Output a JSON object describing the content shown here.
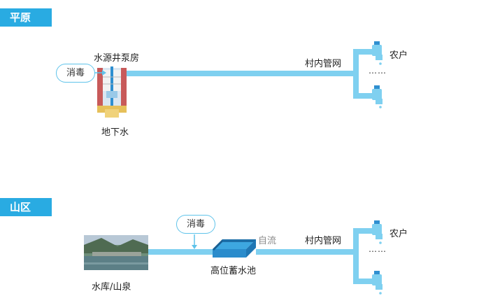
{
  "plain": {
    "tag": "平原",
    "pump_house_label": "水源井泵房",
    "disinfection_label": "消毒",
    "groundwater_label": "地下水",
    "pipe_network_label": "村内管网",
    "household_label": "农户",
    "dots": "……"
  },
  "mountain": {
    "tag": "山区",
    "disinfection_label": "消毒",
    "gravity_label": "自流",
    "pipe_network_label": "村内管网",
    "household_label": "农户",
    "dots": "……",
    "tank_label": "高位蓄水池",
    "source_label": "水库/山泉"
  },
  "colors": {
    "tag_bg": "#29abe2",
    "pipe": "#7fd0f0",
    "pill_border": "#5fc3ea"
  }
}
